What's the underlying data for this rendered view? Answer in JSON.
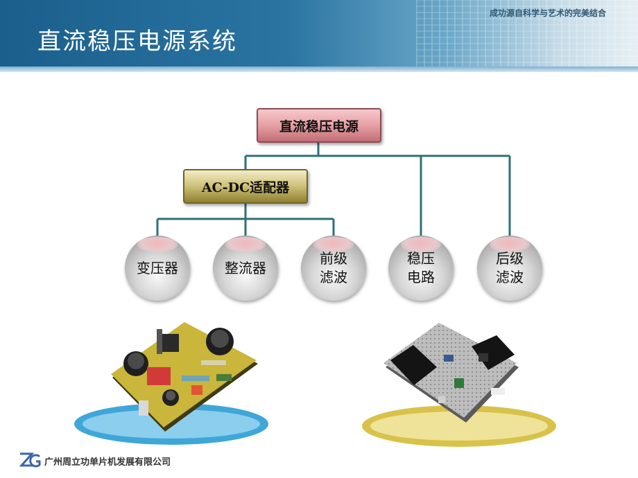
{
  "slide": {
    "title": "直流稳压电源系统",
    "tagline": "成功源自科学与艺术的完美结合"
  },
  "diagram": {
    "root": "直流稳压电源",
    "adapter": "AC-DC适配器",
    "adapter_children": [
      {
        "line1": "变压器",
        "line2": ""
      },
      {
        "line1": "整流器",
        "line2": ""
      },
      {
        "line1": "前级",
        "line2": "滤波"
      }
    ],
    "root_children": [
      {
        "line1": "稳压",
        "line2": "电路"
      },
      {
        "line1": "后级",
        "line2": "滤波"
      }
    ]
  },
  "colors": {
    "header_blue": "#1b5f8c",
    "connector": "#2f6f78",
    "root_fill": "#e9a4a9",
    "adapter_fill": "#d2c57f",
    "left_platform": "#56b8e3",
    "right_platform": "#e1cf63"
  },
  "footer": {
    "company": "广州周立功单片机发展有限公司",
    "logo_icon": "zlg-logo-icon"
  }
}
